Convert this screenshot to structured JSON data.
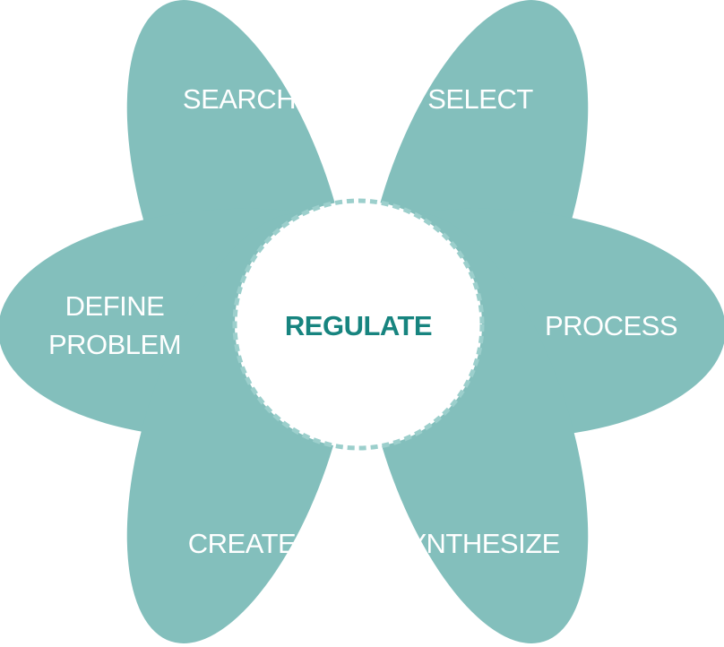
{
  "colors": {
    "petal": "#1E8C87",
    "center_fill": "#FFFFFF",
    "center_text": "#17847F",
    "dash": "#9CCFCC"
  },
  "center": {
    "label": "REGULATE"
  },
  "petals": [
    {
      "id": "search",
      "label": "SEARCH"
    },
    {
      "id": "select",
      "label": "SELECT"
    },
    {
      "id": "define-problem",
      "label_line1": "DEFINE",
      "label_line2": "PROBLEM"
    },
    {
      "id": "process",
      "label": "PROCESS"
    },
    {
      "id": "create",
      "label": "CREATE"
    },
    {
      "id": "synthesize",
      "label": "SYNTHESIZE"
    }
  ]
}
